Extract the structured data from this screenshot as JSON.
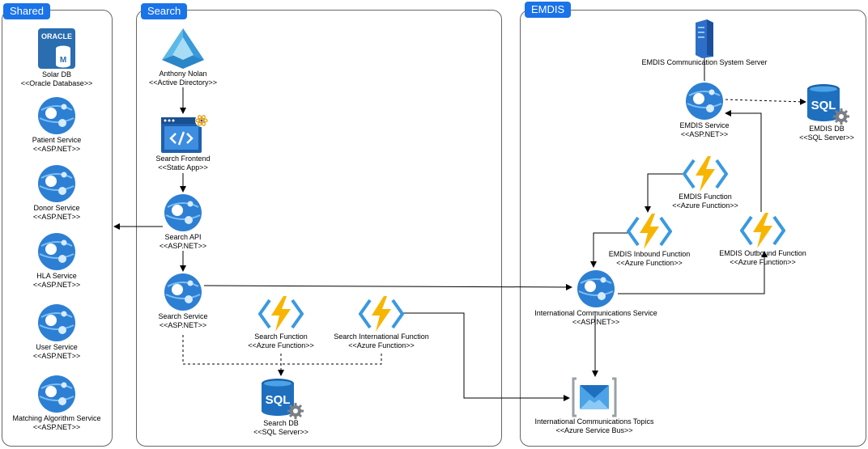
{
  "groups": {
    "shared": "Shared",
    "search": "Search",
    "emdis": "EMDIS"
  },
  "nodes": {
    "solar_db": {
      "name": "Solar DB",
      "stereotype": "<<Oracle Database>>",
      "icon_text": "ORACLE"
    },
    "patient_service": {
      "name": "Patient Service",
      "stereotype": "<<ASP.NET>>"
    },
    "donor_service": {
      "name": "Donor Service",
      "stereotype": "<<ASP.NET>>"
    },
    "hla_service": {
      "name": "HLA Service",
      "stereotype": "<<ASP.NET>>"
    },
    "user_service": {
      "name": "User Service",
      "stereotype": "<<ASP.NET>>"
    },
    "matching_algorithm_service": {
      "name": "Matching Algorithm Service",
      "stereotype": "<<ASP.NET>>"
    },
    "anthony_nolan": {
      "name": "Anthony Nolan",
      "stereotype": "<<Active Directory>>"
    },
    "search_frontend": {
      "name": "Search Frontend",
      "stereotype": "<<Static App>>"
    },
    "search_api": {
      "name": "Search API",
      "stereotype": "<<ASP.NET>>"
    },
    "search_service": {
      "name": "Search Service",
      "stereotype": "<<ASP.NET>>"
    },
    "search_function": {
      "name": "Search Function",
      "stereotype": "<<Azure Function>>"
    },
    "search_international_function": {
      "name": "Search International Function",
      "stereotype": "<<Azure Function>>"
    },
    "search_db": {
      "name": "Search DB",
      "stereotype": "<<SQL Server>>",
      "icon_text": "SQL"
    },
    "emdis_comm_server": {
      "name": "EMDIS Communication System Server",
      "stereotype": ""
    },
    "emdis_service": {
      "name": "EMDIS Service",
      "stereotype": "<<ASP.NET>>"
    },
    "emdis_db": {
      "name": "EMDIS DB",
      "stereotype": "<<SQL Server>>",
      "icon_text": "SQL"
    },
    "emdis_function": {
      "name": "EMDIS Function",
      "stereotype": "<<Azure Function>>"
    },
    "emdis_inbound_function": {
      "name": "EMDIS Inbound Function",
      "stereotype": "<<Azure Function>>"
    },
    "emdis_outbound_function": {
      "name": "EMDIS Outbound Function",
      "stereotype": "<<Azure Function>>"
    },
    "international_comm_service": {
      "name": "International Communications Service",
      "stereotype": "<<ASP.NET>>"
    },
    "international_comm_topics": {
      "name": "International Communications Topics",
      "stereotype": "<<Azure Service Bus>>"
    }
  },
  "colors": {
    "group_label_bg": "#1a73e8",
    "app_service_blue": "#2d7fd3",
    "function_yellow": "#f7b500",
    "function_blue": "#3999e0",
    "sql_blue": "#1f6fbf",
    "oracle_blue": "#2a6db0",
    "ad_blue": "#5bb8e8",
    "edge": "#000000"
  }
}
